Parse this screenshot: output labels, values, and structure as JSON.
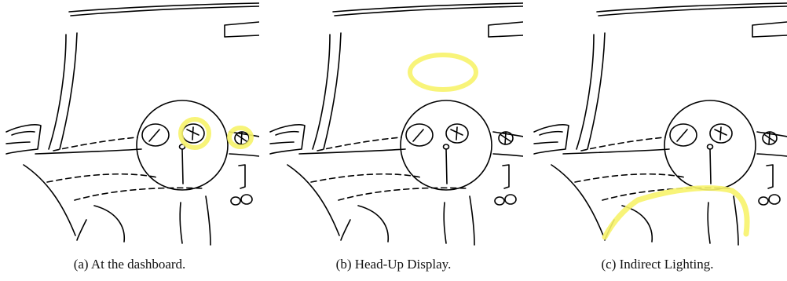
{
  "figure": {
    "panels": [
      {
        "id": "a",
        "caption": "(a)  At the dashboard.",
        "highlight": "dashboard-instruments"
      },
      {
        "id": "b",
        "caption": "(b)  Head-Up Display.",
        "highlight": "windshield-hud"
      },
      {
        "id": "c",
        "caption": "(c)  Indirect Lighting.",
        "highlight": "footwell-lighting"
      }
    ],
    "colors": {
      "sketch": "#000000",
      "highlight": "#f7f36a"
    }
  }
}
